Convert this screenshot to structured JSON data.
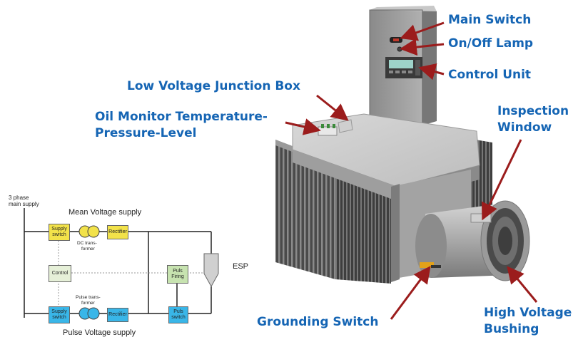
{
  "callouts": {
    "main_switch": "Main Switch",
    "on_off_lamp": "On/Off Lamp",
    "control_unit": "Control Unit",
    "low_voltage_junction_box": "Low Voltage Junction Box",
    "oil_monitor_line1": "Oil Monitor Temperature-",
    "oil_monitor_line2": "Pressure-Level",
    "inspection_window_line1": "Inspection",
    "inspection_window_line2": "Window",
    "grounding_switch": "Grounding Switch",
    "hv_bushing_line1": "High Voltage",
    "hv_bushing_line2": "Bushing"
  },
  "schematic": {
    "main_supply_line1": "3 phase",
    "main_supply_line2": "main supply",
    "mean_voltage_title": "Mean Voltage supply",
    "pulse_voltage_title": "Pulse Voltage supply",
    "supply_switch": "Supply switch",
    "rectifier": "Rectifier",
    "dc_transformer_line1": "DC trans-",
    "dc_transformer_line2": "former",
    "control": "Control",
    "puls_firing": "Puls Firing",
    "pulse_transformer_line1": "Pulse trans-",
    "pulse_transformer_line2": "former",
    "puls_switch": "Puls switch",
    "esp": "ESP"
  },
  "colors": {
    "callout_text": "#1565b4",
    "arrow": "#9b1c1c",
    "yellow_box": "#f2e24a",
    "blue_box": "#39b6e8",
    "green_box": "#c7e3b0",
    "control_box": "#e6f0d8"
  }
}
